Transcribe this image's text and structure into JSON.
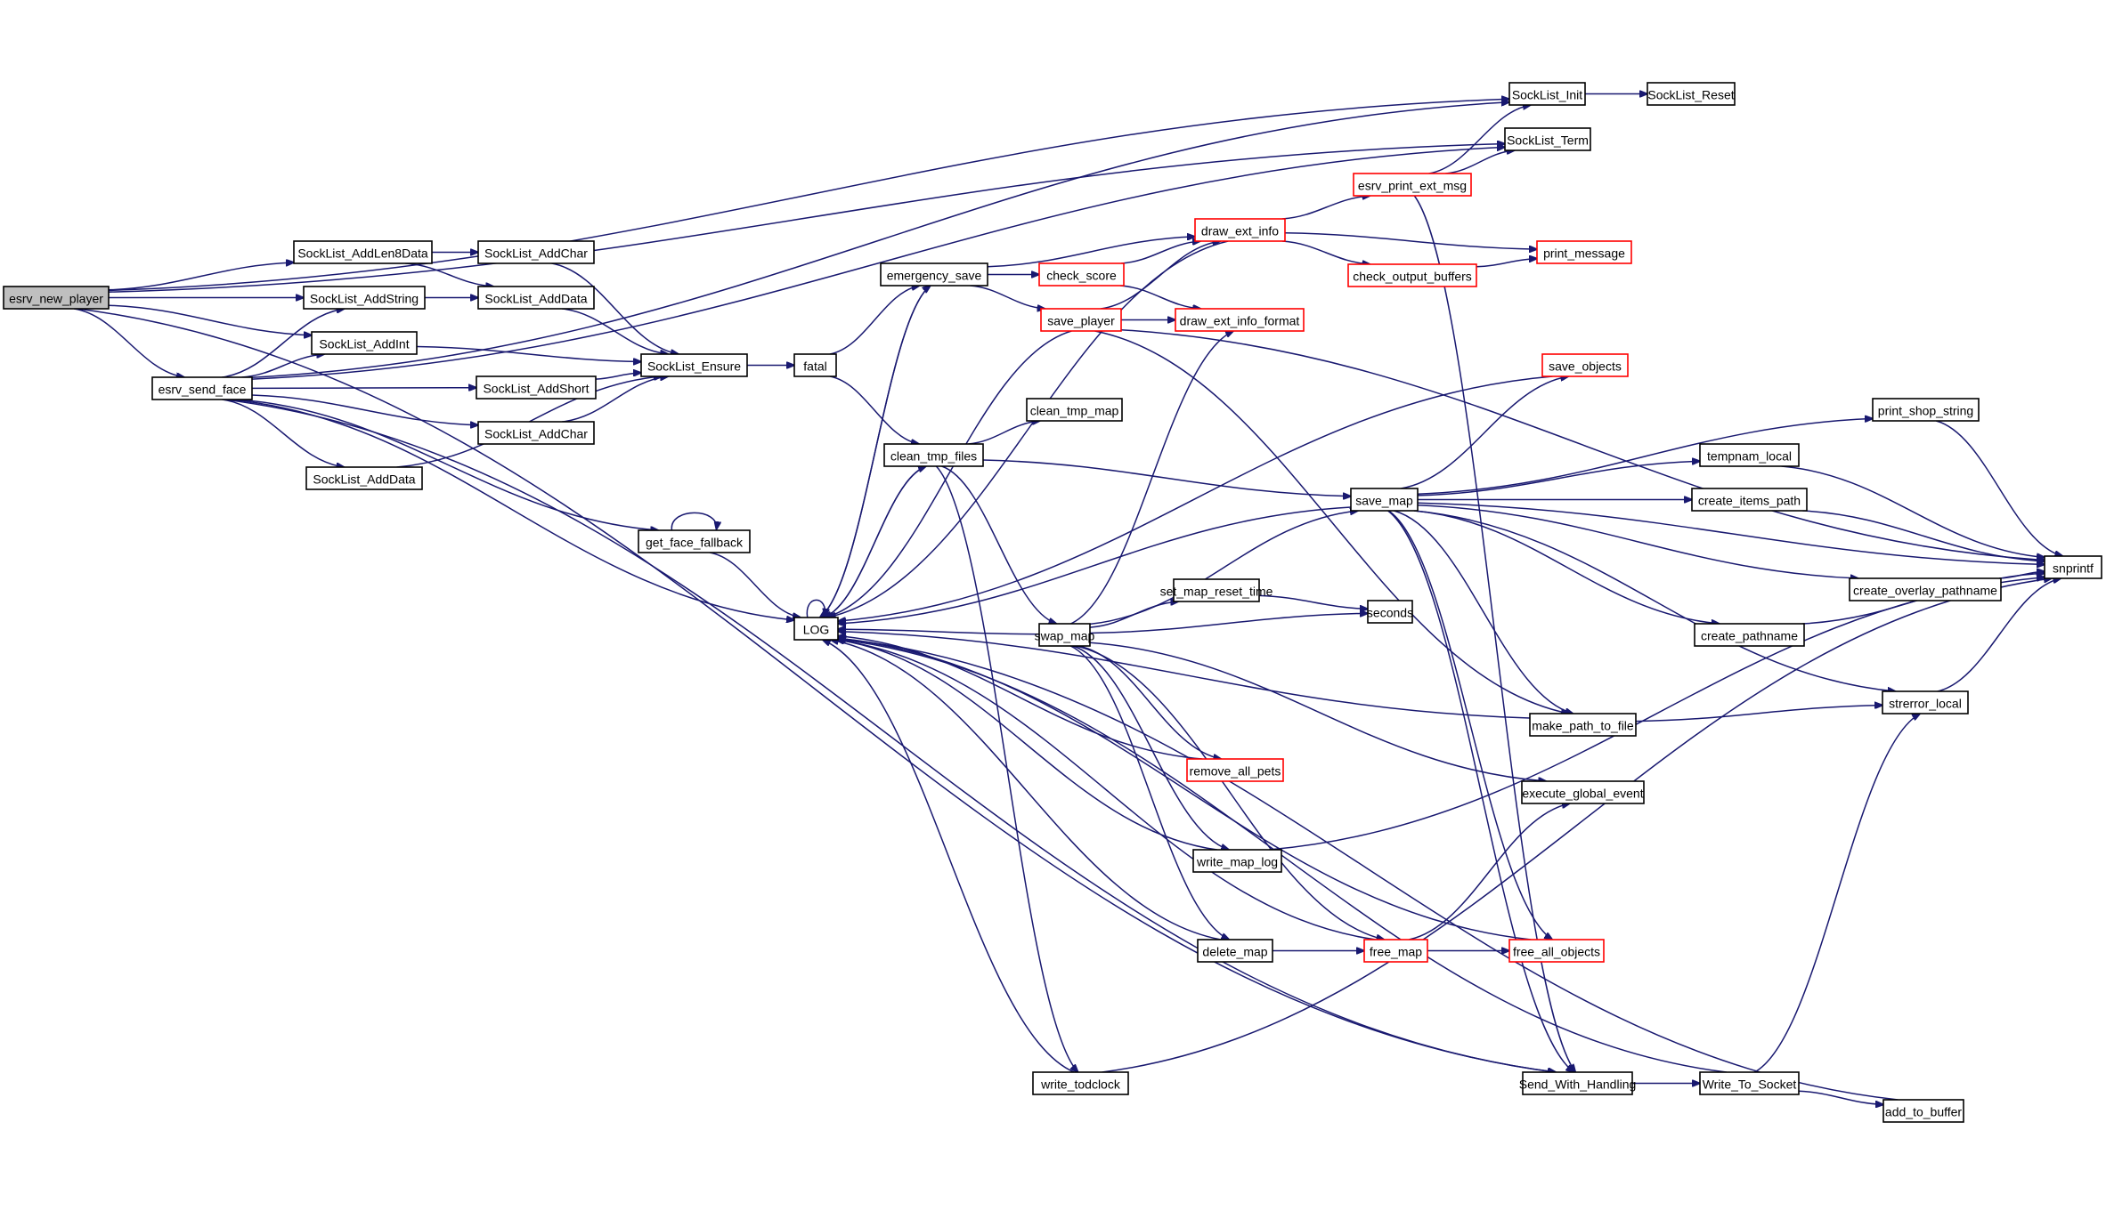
{
  "title": "esrv_new_player call graph",
  "colors": {
    "edge": "#191970",
    "node_border": "#000000",
    "node_border_incomplete": "#ff0000",
    "root_fill": "#bfbfbf",
    "node_fill": "#ffffff"
  },
  "nodes": [
    {
      "id": "esrv_new_player",
      "label": "esrv_new_player",
      "root": true,
      "red": false
    },
    {
      "id": "esrv_send_face",
      "label": "esrv_send_face",
      "red": false
    },
    {
      "id": "SockList_AddLen8Data",
      "label": "SockList_AddLen8Data",
      "red": false
    },
    {
      "id": "SockList_AddString",
      "label": "SockList_AddString",
      "red": false
    },
    {
      "id": "SockList_AddInt",
      "label": "SockList_AddInt",
      "red": false
    },
    {
      "id": "SockList_AddData_a",
      "label": "SockList_AddData",
      "red": false
    },
    {
      "id": "SockList_AddChar_a",
      "label": "SockList_AddChar",
      "red": false
    },
    {
      "id": "SockList_AddData_b",
      "label": "SockList_AddData",
      "red": false
    },
    {
      "id": "SockList_AddShort",
      "label": "SockList_AddShort",
      "red": false
    },
    {
      "id": "SockList_AddChar_b",
      "label": "SockList_AddChar",
      "red": false
    },
    {
      "id": "SockList_Ensure",
      "label": "SockList_Ensure",
      "red": false
    },
    {
      "id": "fatal",
      "label": "fatal",
      "red": false
    },
    {
      "id": "get_face_fallback",
      "label": "get_face_fallback",
      "red": false
    },
    {
      "id": "LOG",
      "label": "LOG",
      "red": false
    },
    {
      "id": "emergency_save",
      "label": "emergency_save",
      "red": false
    },
    {
      "id": "check_score",
      "label": "check_score",
      "red": true
    },
    {
      "id": "save_player",
      "label": "save_player",
      "red": true
    },
    {
      "id": "draw_ext_info",
      "label": "draw_ext_info",
      "red": true
    },
    {
      "id": "draw_ext_info_format",
      "label": "draw_ext_info_format",
      "red": true
    },
    {
      "id": "esrv_print_ext_msg",
      "label": "esrv_print_ext_msg",
      "red": true
    },
    {
      "id": "check_output_buffers",
      "label": "check_output_buffers",
      "red": true
    },
    {
      "id": "print_message",
      "label": "print_message",
      "red": true
    },
    {
      "id": "SockList_Init",
      "label": "SockList_Init",
      "red": false
    },
    {
      "id": "SockList_Reset",
      "label": "SockList_Reset",
      "red": false
    },
    {
      "id": "SockList_Term",
      "label": "SockList_Term",
      "red": false
    },
    {
      "id": "clean_tmp_map",
      "label": "clean_tmp_map",
      "red": false
    },
    {
      "id": "clean_tmp_files",
      "label": "clean_tmp_files",
      "red": false
    },
    {
      "id": "save_objects",
      "label": "save_objects",
      "red": true
    },
    {
      "id": "save_map",
      "label": "save_map",
      "red": false
    },
    {
      "id": "swap_map",
      "label": "swap_map",
      "red": false
    },
    {
      "id": "set_map_reset_time",
      "label": "set_map_reset_time",
      "red": false
    },
    {
      "id": "seconds",
      "label": "seconds",
      "red": false
    },
    {
      "id": "remove_all_pets",
      "label": "remove_all_pets",
      "red": true
    },
    {
      "id": "write_map_log",
      "label": "write_map_log",
      "red": false
    },
    {
      "id": "delete_map",
      "label": "delete_map",
      "red": false
    },
    {
      "id": "free_map",
      "label": "free_map",
      "red": true
    },
    {
      "id": "free_all_objects",
      "label": "free_all_objects",
      "red": true
    },
    {
      "id": "write_todclock",
      "label": "write_todclock",
      "red": false
    },
    {
      "id": "print_shop_string",
      "label": "print_shop_string",
      "red": false
    },
    {
      "id": "tempnam_local",
      "label": "tempnam_local",
      "red": false
    },
    {
      "id": "create_items_path",
      "label": "create_items_path",
      "red": false
    },
    {
      "id": "create_overlay_pathname",
      "label": "create_overlay_pathname",
      "red": false
    },
    {
      "id": "create_pathname",
      "label": "create_pathname",
      "red": false
    },
    {
      "id": "snprintf",
      "label": "snprintf",
      "red": false
    },
    {
      "id": "strerror_local",
      "label": "strerror_local",
      "red": false
    },
    {
      "id": "make_path_to_file",
      "label": "make_path_to_file",
      "red": false
    },
    {
      "id": "execute_global_event",
      "label": "execute_global_event",
      "red": false
    },
    {
      "id": "Send_With_Handling",
      "label": "Send_With_Handling",
      "red": false
    },
    {
      "id": "Write_To_Socket",
      "label": "Write_To_Socket",
      "red": false
    },
    {
      "id": "add_to_buffer",
      "label": "add_to_buffer",
      "red": false
    }
  ],
  "edges": [
    [
      "esrv_new_player",
      "SockList_Init"
    ],
    [
      "esrv_new_player",
      "SockList_Term"
    ],
    [
      "esrv_new_player",
      "SockList_AddLen8Data"
    ],
    [
      "esrv_new_player",
      "SockList_AddString"
    ],
    [
      "esrv_new_player",
      "SockList_AddInt"
    ],
    [
      "esrv_new_player",
      "esrv_send_face"
    ],
    [
      "esrv_new_player",
      "Send_With_Handling"
    ],
    [
      "esrv_send_face",
      "SockList_Init"
    ],
    [
      "esrv_send_face",
      "SockList_Term"
    ],
    [
      "esrv_send_face",
      "SockList_AddString"
    ],
    [
      "esrv_send_face",
      "SockList_AddInt"
    ],
    [
      "esrv_send_face",
      "SockList_AddShort"
    ],
    [
      "esrv_send_face",
      "SockList_AddChar_b"
    ],
    [
      "esrv_send_face",
      "SockList_AddData_b"
    ],
    [
      "esrv_send_face",
      "get_face_fallback"
    ],
    [
      "esrv_send_face",
      "LOG"
    ],
    [
      "esrv_send_face",
      "Send_With_Handling"
    ],
    [
      "SockList_AddLen8Data",
      "SockList_AddChar_a"
    ],
    [
      "SockList_AddLen8Data",
      "SockList_AddData_a"
    ],
    [
      "SockList_AddString",
      "SockList_AddData_a"
    ],
    [
      "SockList_AddChar_a",
      "SockList_Ensure"
    ],
    [
      "SockList_AddData_a",
      "SockList_Ensure"
    ],
    [
      "SockList_AddInt",
      "SockList_Ensure"
    ],
    [
      "SockList_AddShort",
      "SockList_Ensure"
    ],
    [
      "SockList_AddChar_b",
      "SockList_Ensure"
    ],
    [
      "SockList_AddData_b",
      "SockList_Ensure"
    ],
    [
      "SockList_Ensure",
      "fatal"
    ],
    [
      "fatal",
      "emergency_save"
    ],
    [
      "fatal",
      "clean_tmp_files"
    ],
    [
      "get_face_fallback",
      "get_face_fallback"
    ],
    [
      "get_face_fallback",
      "LOG"
    ],
    [
      "LOG",
      "LOG"
    ],
    [
      "LOG",
      "emergency_save"
    ],
    [
      "LOG",
      "clean_tmp_files"
    ],
    [
      "emergency_save",
      "LOG"
    ],
    [
      "emergency_save",
      "draw_ext_info"
    ],
    [
      "emergency_save",
      "check_score"
    ],
    [
      "emergency_save",
      "save_player"
    ],
    [
      "check_score",
      "draw_ext_info"
    ],
    [
      "check_score",
      "draw_ext_info_format"
    ],
    [
      "save_player",
      "LOG"
    ],
    [
      "save_player",
      "draw_ext_info"
    ],
    [
      "save_player",
      "draw_ext_info_format"
    ],
    [
      "save_player",
      "snprintf"
    ],
    [
      "save_player",
      "make_path_to_file"
    ],
    [
      "draw_ext_info",
      "LOG"
    ],
    [
      "draw_ext_info",
      "esrv_print_ext_msg"
    ],
    [
      "draw_ext_info",
      "print_message"
    ],
    [
      "draw_ext_info",
      "check_output_buffers"
    ],
    [
      "esrv_print_ext_msg",
      "SockList_Init"
    ],
    [
      "esrv_print_ext_msg",
      "SockList_Term"
    ],
    [
      "esrv_print_ext_msg",
      "Send_With_Handling"
    ],
    [
      "check_output_buffers",
      "print_message"
    ],
    [
      "SockList_Init",
      "SockList_Reset"
    ],
    [
      "clean_tmp_files",
      "LOG"
    ],
    [
      "clean_tmp_files",
      "clean_tmp_map"
    ],
    [
      "clean_tmp_files",
      "save_map"
    ],
    [
      "clean_tmp_files",
      "swap_map"
    ],
    [
      "clean_tmp_files",
      "write_todclock"
    ],
    [
      "save_objects",
      "LOG"
    ],
    [
      "save_map",
      "LOG"
    ],
    [
      "save_map",
      "save_objects"
    ],
    [
      "save_map",
      "print_shop_string"
    ],
    [
      "save_map",
      "tempnam_local"
    ],
    [
      "save_map",
      "create_items_path"
    ],
    [
      "save_map",
      "snprintf"
    ],
    [
      "save_map",
      "create_overlay_pathname"
    ],
    [
      "save_map",
      "create_pathname"
    ],
    [
      "save_map",
      "strerror_local"
    ],
    [
      "save_map",
      "make_path_to_file"
    ],
    [
      "save_map",
      "free_all_objects"
    ],
    [
      "save_map",
      "Send_With_Handling"
    ],
    [
      "swap_map",
      "LOG"
    ],
    [
      "swap_map",
      "draw_ext_info_format"
    ],
    [
      "swap_map",
      "save_map"
    ],
    [
      "swap_map",
      "set_map_reset_time"
    ],
    [
      "swap_map",
      "seconds"
    ],
    [
      "swap_map",
      "remove_all_pets"
    ],
    [
      "swap_map",
      "write_map_log"
    ],
    [
      "swap_map",
      "delete_map"
    ],
    [
      "swap_map",
      "free_map"
    ],
    [
      "swap_map",
      "execute_global_event"
    ],
    [
      "set_map_reset_time",
      "seconds"
    ],
    [
      "remove_all_pets",
      "LOG"
    ],
    [
      "write_map_log",
      "LOG"
    ],
    [
      "write_map_log",
      "snprintf"
    ],
    [
      "delete_map",
      "LOG"
    ],
    [
      "delete_map",
      "free_map"
    ],
    [
      "free_map",
      "LOG"
    ],
    [
      "free_map",
      "execute_global_event"
    ],
    [
      "free_map",
      "free_all_objects"
    ],
    [
      "free_all_objects",
      "LOG"
    ],
    [
      "write_todclock",
      "LOG"
    ],
    [
      "write_todclock",
      "snprintf"
    ],
    [
      "make_path_to_file",
      "LOG"
    ],
    [
      "make_path_to_file",
      "strerror_local"
    ],
    [
      "print_shop_string",
      "snprintf"
    ],
    [
      "tempnam_local",
      "snprintf"
    ],
    [
      "create_items_path",
      "snprintf"
    ],
    [
      "create_overlay_pathname",
      "snprintf"
    ],
    [
      "create_pathname",
      "snprintf"
    ],
    [
      "strerror_local",
      "snprintf"
    ],
    [
      "Send_With_Handling",
      "Write_To_Socket"
    ],
    [
      "Write_To_Socket",
      "LOG"
    ],
    [
      "Write_To_Socket",
      "strerror_local"
    ],
    [
      "Write_To_Socket",
      "add_to_buffer"
    ],
    [
      "add_to_buffer",
      "LOG"
    ]
  ]
}
